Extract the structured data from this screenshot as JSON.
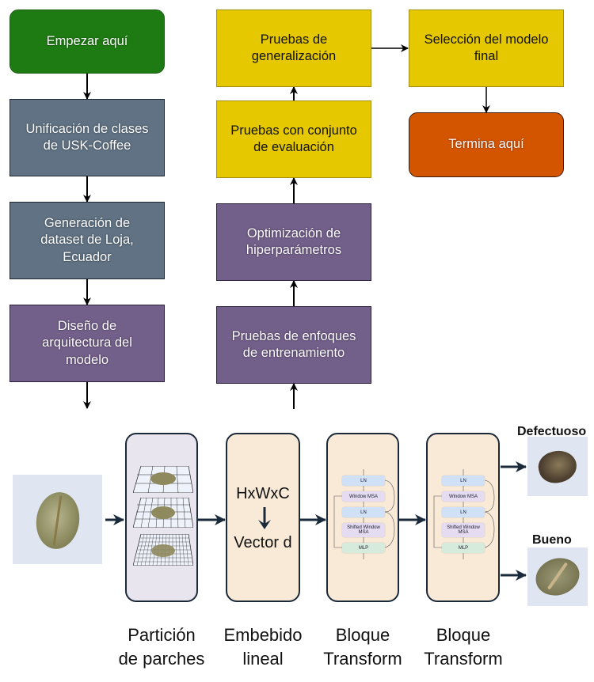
{
  "flowchart": {
    "start": "Empezar aquí",
    "steps_left": [
      [
        "Unificación de clases",
        "de USK-Coffee"
      ],
      [
        "Generación de",
        "dataset de Loja,",
        "Ecuador"
      ],
      [
        "Diseño de",
        "arquitectura del",
        "modelo"
      ]
    ],
    "steps_middle": [
      [
        "Pruebas de enfoques",
        "de entrenamiento"
      ],
      [
        "Optimización de",
        "hiperparámetros"
      ],
      [
        "Pruebas con conjunto",
        "de evaluación"
      ],
      [
        "Pruebas de",
        "generalización"
      ]
    ],
    "steps_right": [
      [
        "Selección del modelo",
        "final"
      ]
    ],
    "end": "Termina aquí",
    "colors": {
      "start": "#1e7b13",
      "data_steps": "#607283",
      "model_steps": "#73608a",
      "evaluation_steps": "#e6c800",
      "end": "#d45500"
    }
  },
  "pipeline": {
    "embedding": {
      "top": "HxWxC",
      "bottom": "Vector d"
    },
    "transformer_block": {
      "ln": "LN",
      "window_msa": "Window MSA",
      "shifted_msa_line1": "Shifted Window",
      "shifted_msa_line2": "MSA",
      "mlp": "MLP"
    },
    "captions": [
      [
        "Partición",
        "de parches"
      ],
      [
        "Embebido",
        "lineal"
      ],
      [
        "Bloque",
        "Transform"
      ],
      [
        "Bloque",
        "Transform"
      ]
    ],
    "outputs": [
      {
        "label": "Defectuoso"
      },
      {
        "label": "Bueno"
      }
    ]
  }
}
